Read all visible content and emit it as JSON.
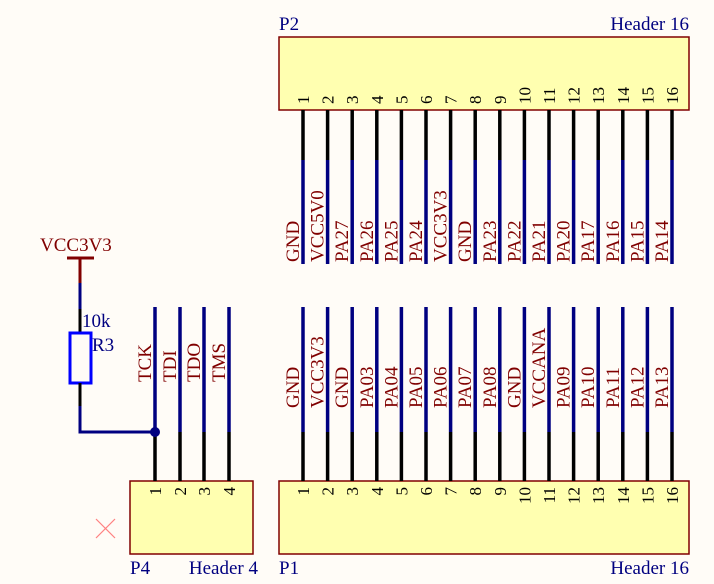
{
  "colors": {
    "background": "#fffcf7",
    "component_fill": "#ffffb0",
    "component_border": "#800000",
    "wire": "#000080",
    "pin": "#000000",
    "net_label": "#800000",
    "designator": "#000080",
    "resistor": "#0000ff",
    "no_erc": "#ff8080"
  },
  "components": {
    "P2": {
      "designator": "P2",
      "comment": "Header 16",
      "pins": [
        "1",
        "2",
        "3",
        "4",
        "5",
        "6",
        "7",
        "8",
        "9",
        "10",
        "11",
        "12",
        "13",
        "14",
        "15",
        "16"
      ],
      "nets": [
        "GND",
        "VCC5V0",
        "PA27",
        "PA26",
        "PA25",
        "PA24",
        "VCC3V3",
        "GND",
        "PA23",
        "PA22",
        "PA21",
        "PA20",
        "PA17",
        "PA16",
        "PA15",
        "PA14"
      ]
    },
    "P1": {
      "designator": "P1",
      "comment": "Header 16",
      "pins": [
        "1",
        "2",
        "3",
        "4",
        "5",
        "6",
        "7",
        "8",
        "9",
        "10",
        "11",
        "12",
        "13",
        "14",
        "15",
        "16"
      ],
      "nets": [
        "GND",
        "VCC3V3",
        "GND",
        "PA03",
        "PA04",
        "PA05",
        "PA06",
        "PA07",
        "PA08",
        "GND",
        "VCCANA",
        "PA09",
        "PA10",
        "PA11",
        "PA12",
        "PA13"
      ]
    },
    "P4": {
      "designator": "P4",
      "comment": "Header 4",
      "pins": [
        "1",
        "2",
        "3",
        "4"
      ],
      "nets": [
        "TCK",
        "TDI",
        "TDO",
        "TMS"
      ]
    },
    "R3": {
      "designator": "R3",
      "value": "10k"
    },
    "power_port": {
      "net": "VCC3V3"
    }
  }
}
